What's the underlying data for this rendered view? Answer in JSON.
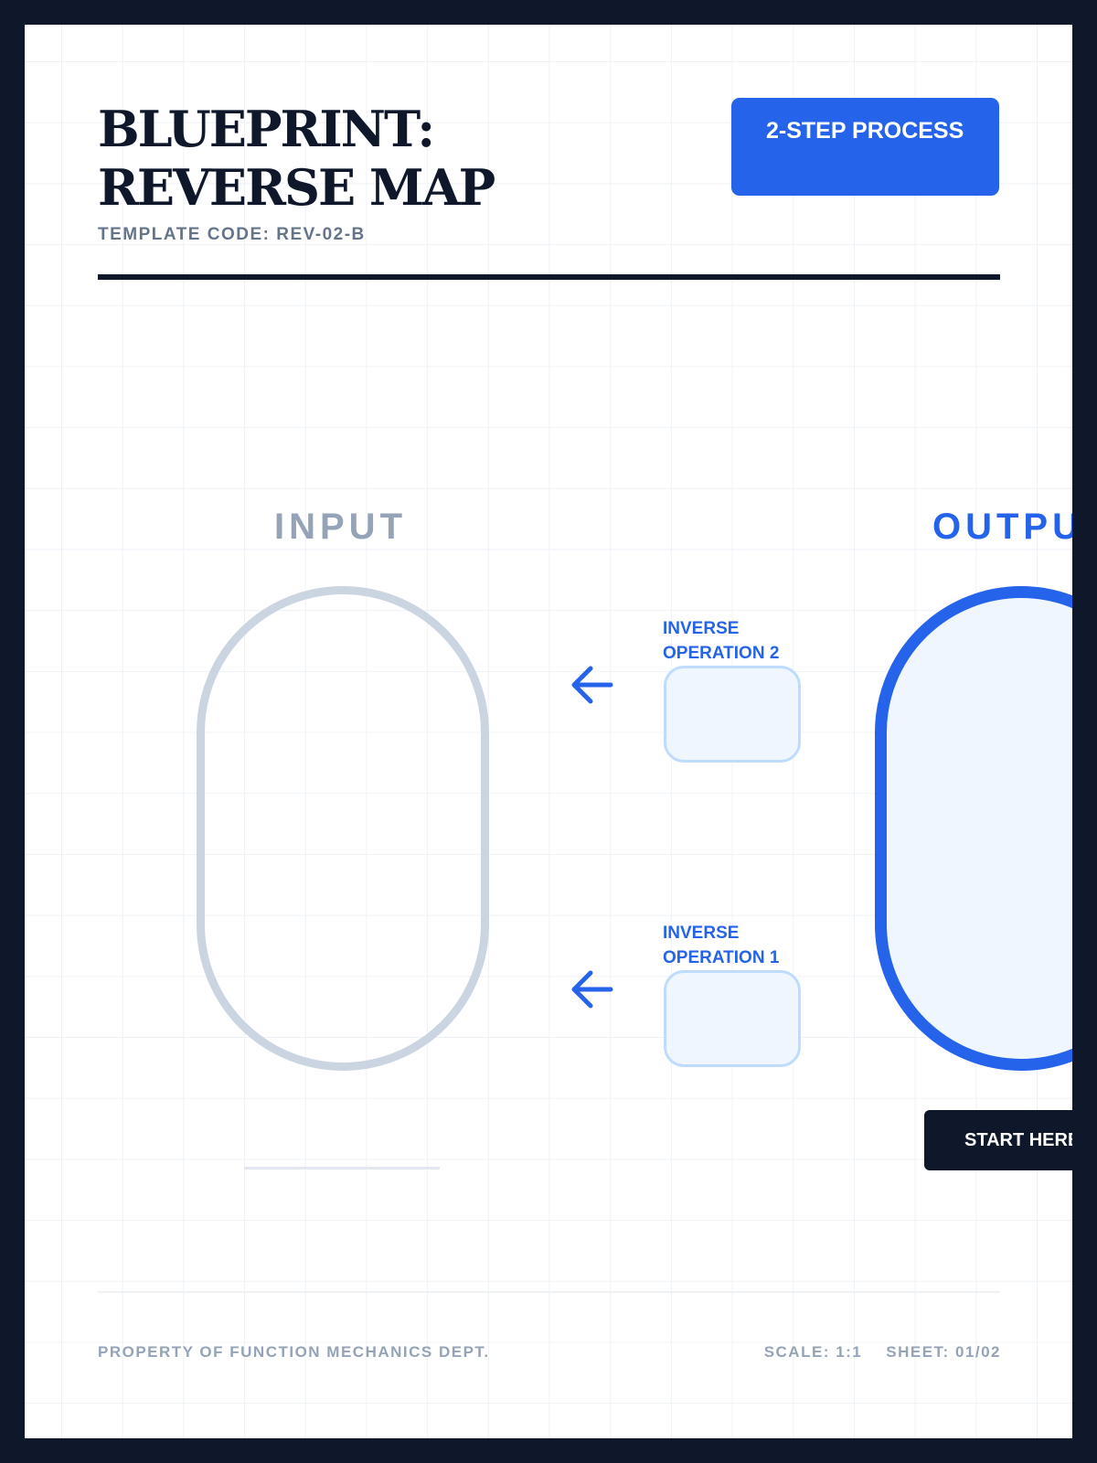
{
  "header": {
    "title": "BLUEPRINT: REVERSE MAP",
    "template_code": "TEMPLATE CODE: REV-02-B",
    "badge": "2-STEP PROCESS"
  },
  "diagram": {
    "input_label": "INPUT",
    "output_label": "OUTPUT",
    "operations": [
      {
        "label": "INVERSE OPERATION 2",
        "icon": "arrow-left-icon"
      },
      {
        "label": "INVERSE OPERATION 1",
        "icon": "arrow-left-icon"
      }
    ],
    "start_button": "START HERE"
  },
  "footer": {
    "property": "PROPERTY OF FUNCTION MECHANICS DEPT.",
    "scale": "SCALE: 1:1",
    "sheet": "SHEET: 01/02"
  },
  "colors": {
    "accent": "#2563eb",
    "ink": "#0f172a",
    "muted": "#94a3b8",
    "frame": "#0f172a"
  }
}
